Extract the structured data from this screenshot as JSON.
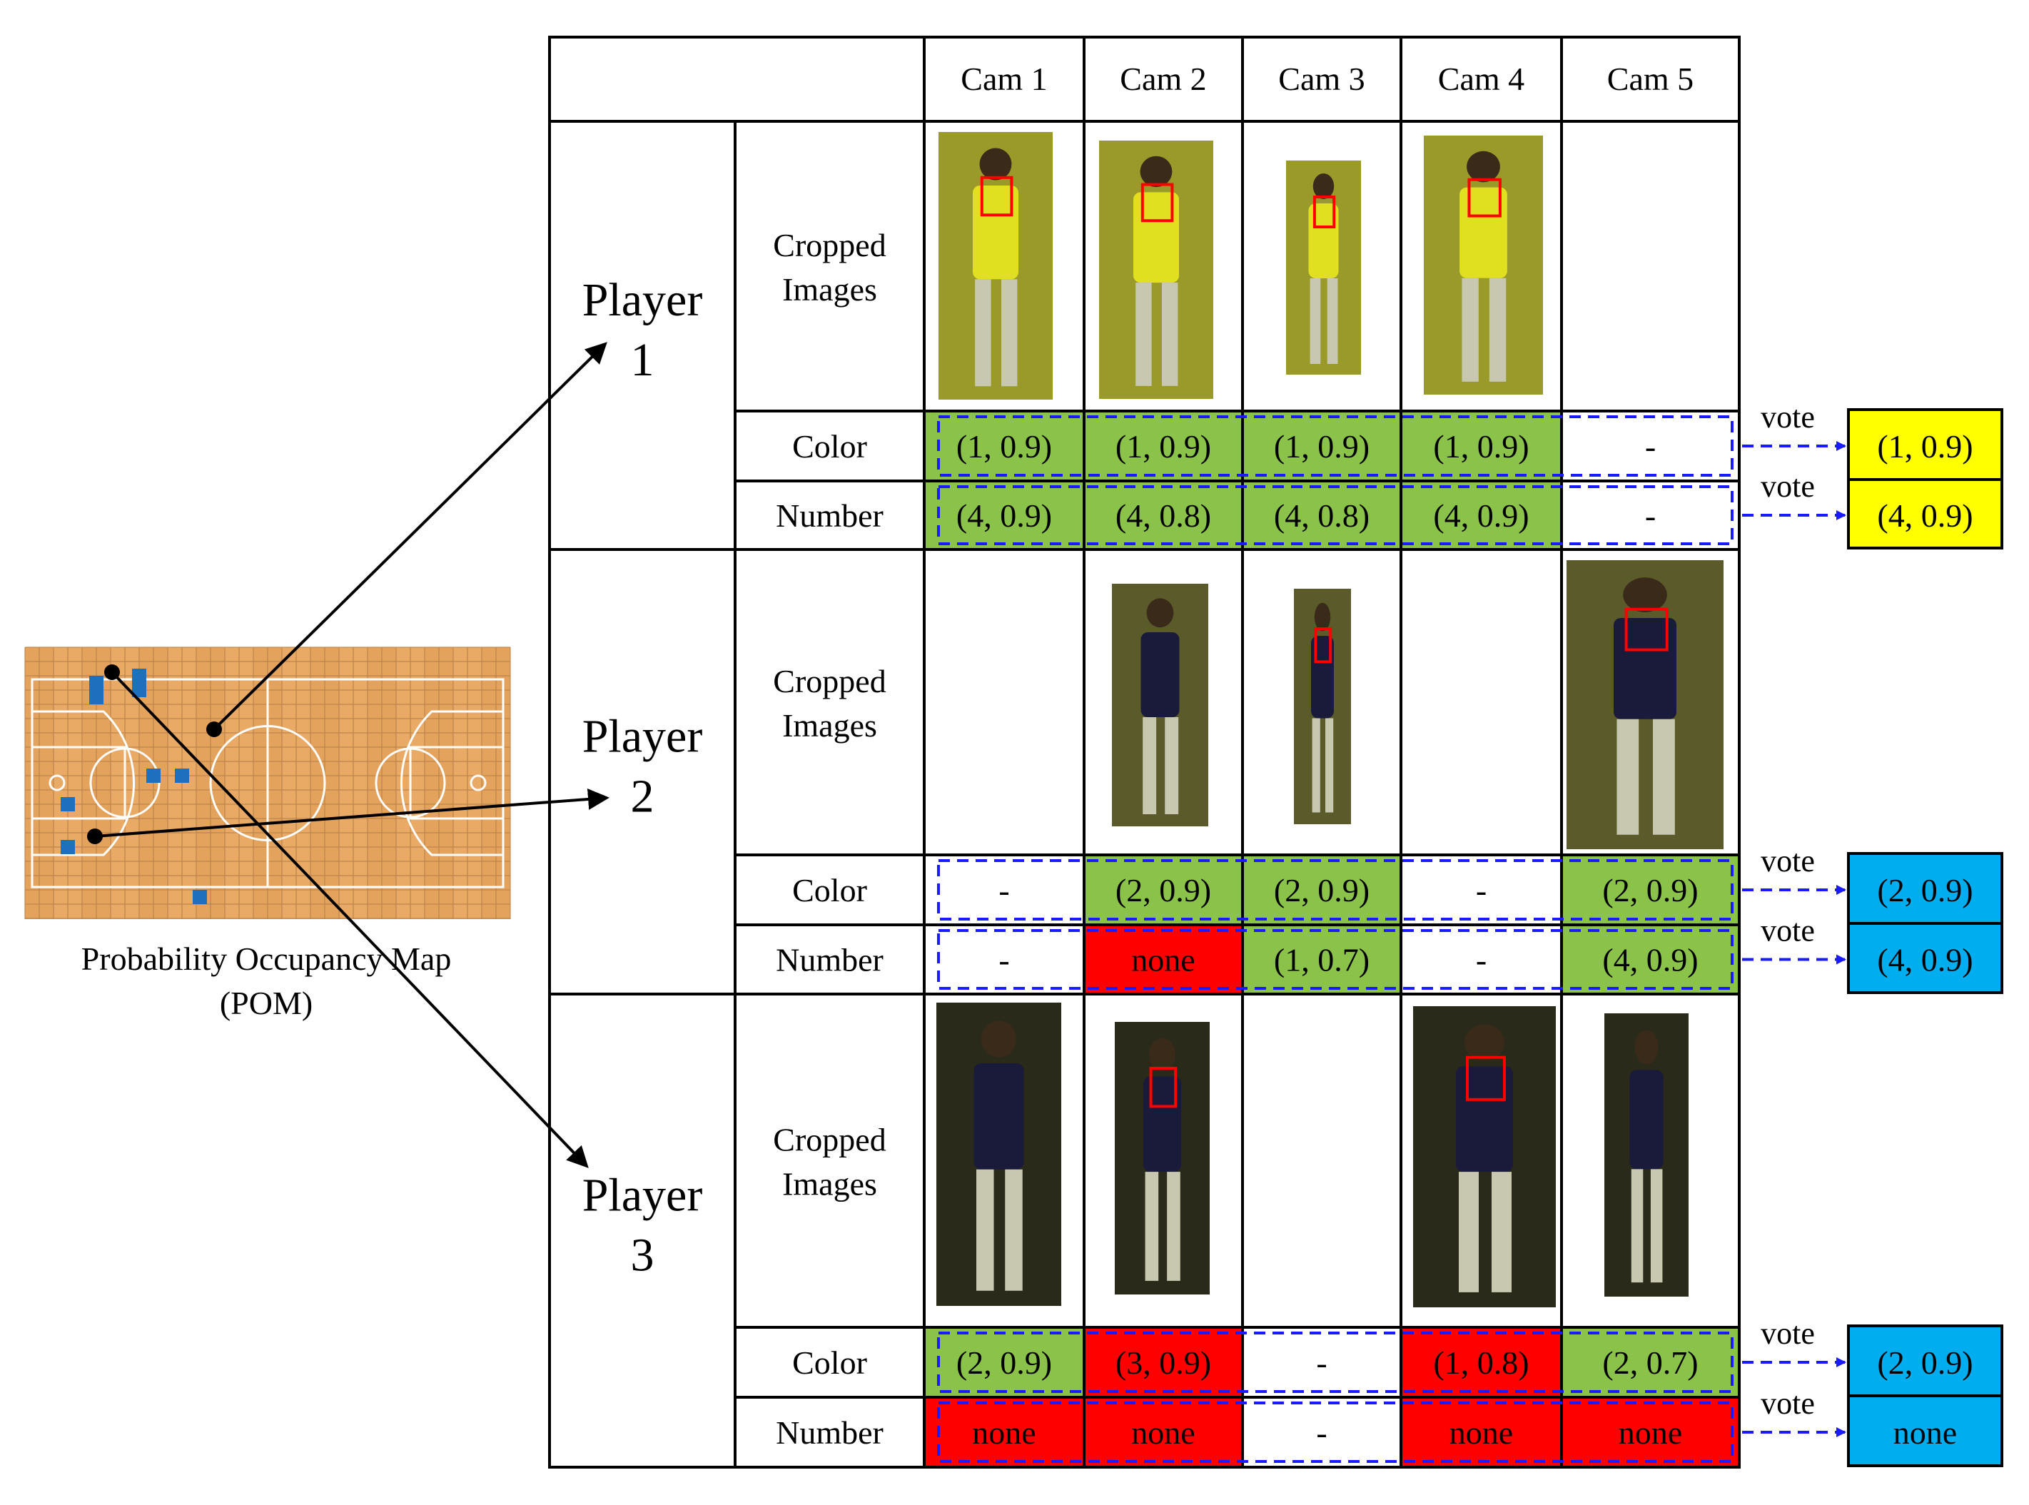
{
  "cams": [
    "Cam 1",
    "Cam 2",
    "Cam 3",
    "Cam 4",
    "Cam 5"
  ],
  "row_labels": {
    "cropped_line1": "Cropped",
    "cropped_line2": "Images",
    "color": "Color",
    "number": "Number",
    "vote": "vote"
  },
  "pom": {
    "caption_line1": "Probability Occupancy Map",
    "caption_line2": "(POM)"
  },
  "colors": {
    "green": "#8bc34a",
    "red": "#ff0000",
    "yellow": "#ffff00",
    "cyan": "#00aeef",
    "dash_blue": "#1a1aff",
    "court": "#e8a860",
    "occupied": "#1f6fbf"
  },
  "players": [
    {
      "title_line1": "Player",
      "title_line2": "1",
      "images": [
        true,
        true,
        true,
        true,
        false
      ],
      "color_cells": [
        {
          "text": "(1, 0.9)",
          "fill": "green"
        },
        {
          "text": "(1, 0.9)",
          "fill": "green"
        },
        {
          "text": "(1, 0.9)",
          "fill": "green"
        },
        {
          "text": "(1, 0.9)",
          "fill": "green"
        },
        {
          "text": "-",
          "fill": "white"
        }
      ],
      "number_cells": [
        {
          "text": "(4, 0.9)",
          "fill": "green"
        },
        {
          "text": "(4, 0.8)",
          "fill": "green"
        },
        {
          "text": "(4, 0.8)",
          "fill": "green"
        },
        {
          "text": "(4, 0.9)",
          "fill": "green"
        },
        {
          "text": "-",
          "fill": "white"
        }
      ],
      "color_vote": {
        "text": "(1, 0.9)",
        "fill": "yellow"
      },
      "number_vote": {
        "text": "(4, 0.9)",
        "fill": "yellow"
      }
    },
    {
      "title_line1": "Player",
      "title_line2": "2",
      "images": [
        false,
        true,
        true,
        false,
        true
      ],
      "color_cells": [
        {
          "text": "-",
          "fill": "white"
        },
        {
          "text": "(2, 0.9)",
          "fill": "green"
        },
        {
          "text": "(2, 0.9)",
          "fill": "green"
        },
        {
          "text": "-",
          "fill": "white"
        },
        {
          "text": "(2, 0.9)",
          "fill": "green"
        }
      ],
      "number_cells": [
        {
          "text": "-",
          "fill": "white"
        },
        {
          "text": "none",
          "fill": "red"
        },
        {
          "text": "(1, 0.7)",
          "fill": "green"
        },
        {
          "text": "-",
          "fill": "white"
        },
        {
          "text": "(4, 0.9)",
          "fill": "green"
        }
      ],
      "color_vote": {
        "text": "(2, 0.9)",
        "fill": "cyan"
      },
      "number_vote": {
        "text": "(4, 0.9)",
        "fill": "cyan"
      }
    },
    {
      "title_line1": "Player",
      "title_line2": "3",
      "images": [
        true,
        true,
        false,
        true,
        true
      ],
      "color_cells": [
        {
          "text": "(2, 0.9)",
          "fill": "green"
        },
        {
          "text": "(3, 0.9)",
          "fill": "red"
        },
        {
          "text": "-",
          "fill": "white"
        },
        {
          "text": "(1, 0.8)",
          "fill": "red"
        },
        {
          "text": "(2, 0.7)",
          "fill": "green"
        }
      ],
      "number_cells": [
        {
          "text": "none",
          "fill": "red"
        },
        {
          "text": "none",
          "fill": "red"
        },
        {
          "text": "-",
          "fill": "white"
        },
        {
          "text": "none",
          "fill": "red"
        },
        {
          "text": "none",
          "fill": "red"
        }
      ],
      "color_vote": {
        "text": "(2, 0.9)",
        "fill": "cyan"
      },
      "number_vote": {
        "text": "none",
        "fill": "cyan"
      }
    }
  ]
}
